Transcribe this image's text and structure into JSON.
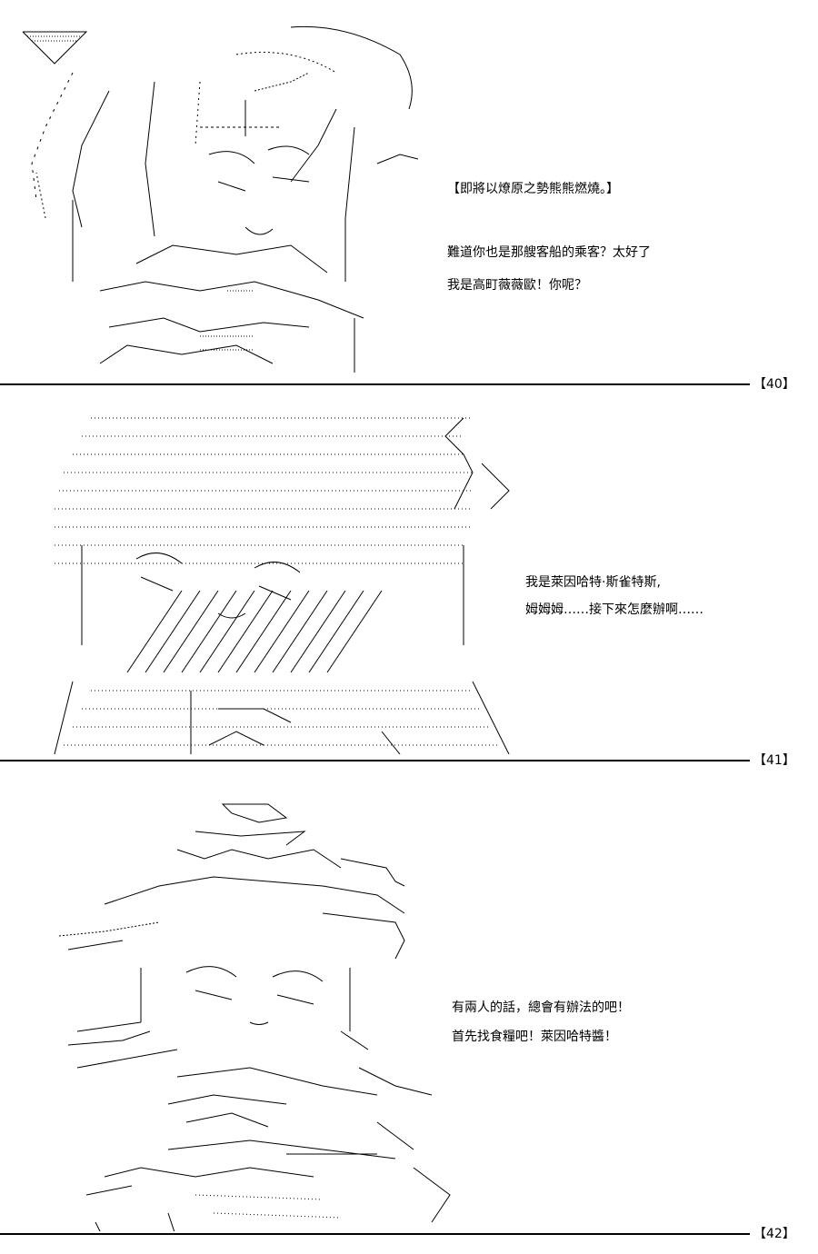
{
  "panels": [
    {
      "dialogue": [
        "【即將以燎原之勢熊熊燃燒。】",
        "難道你也是那艘客船的乘客？太好了",
        "我是高町薇薇歐！你呢？"
      ],
      "page_number": "【40】"
    },
    {
      "dialogue": [
        "我是萊因哈特·斯雀特斯,",
        "姆姆姆……接下來怎麼辦啊……"
      ],
      "page_number": "【41】"
    },
    {
      "dialogue": [
        "有兩人的話，總會有辦法的吧！",
        "首先找食糧吧！萊因哈特醬！"
      ],
      "page_number": "【42】"
    }
  ],
  "colors": {
    "ink": "#000000",
    "background": "#ffffff"
  }
}
